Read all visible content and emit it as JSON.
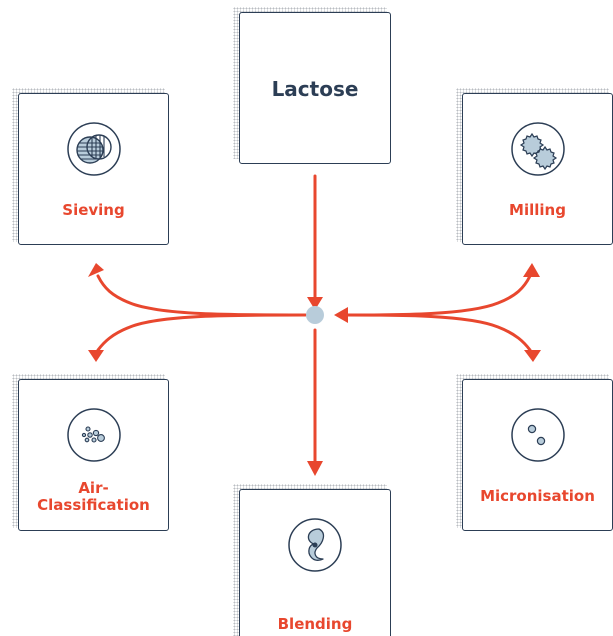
{
  "source": {
    "label": "Lactose"
  },
  "processes": {
    "sieving": {
      "label": "Sieving"
    },
    "milling": {
      "label": "Milling"
    },
    "air_classification": {
      "label": "Air-\nClassification"
    },
    "micronisation": {
      "label": "Micronisation"
    },
    "blending": {
      "label": "Blending"
    }
  },
  "colors": {
    "arrow": "#e8472e",
    "border": "#2c3e55",
    "hub": "#b8ccda",
    "icon_fill": "#b8ccda"
  }
}
